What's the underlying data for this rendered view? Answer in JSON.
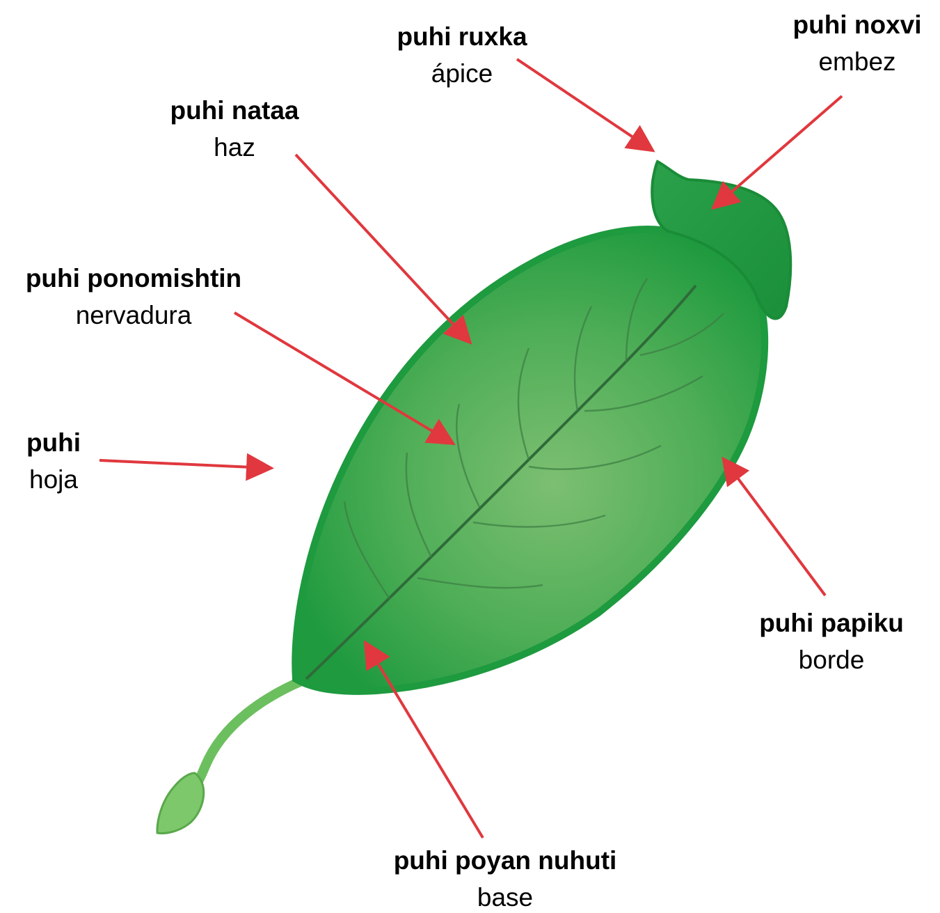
{
  "labels": {
    "apex": {
      "native": "puhi ruxka",
      "spanish": "ápice"
    },
    "curl": {
      "native": "puhi noxvi",
      "spanish": "embez"
    },
    "upper": {
      "native": "puhi nataa",
      "spanish": "haz"
    },
    "venation": {
      "native": "puhi ponomishtin",
      "spanish": "nervadura"
    },
    "leaf": {
      "native": "puhi",
      "spanish": "hoja"
    },
    "edge": {
      "native": "puhi papiku",
      "spanish": "borde"
    },
    "base": {
      "native": "puhi poyan nuhuti",
      "spanish": "base"
    }
  },
  "colors": {
    "arrow": "#e0383e",
    "leaf_dark": "#1e9a3f",
    "leaf_mid": "#3aa84e",
    "leaf_light": "#7cc07a",
    "vein": "#2f6b3a",
    "stem": "#6cbf5e"
  }
}
